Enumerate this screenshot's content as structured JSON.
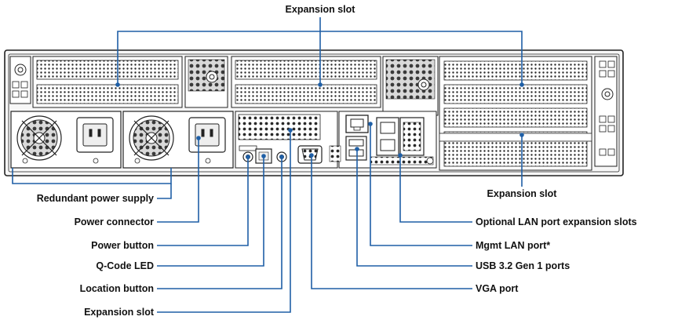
{
  "labels": {
    "expansion_slot_top": "Expansion slot",
    "redundant_power_supply": "Redundant power supply",
    "power_connector": "Power connector",
    "power_button": "Power button",
    "qcode_led": "Q-Code LED",
    "location_button": "Location button",
    "expansion_slot_bottom": "Expansion slot",
    "expansion_slot_right": "Expansion slot",
    "optional_lan": "Optional LAN port expansion slots",
    "mgmt_lan": "Mgmt LAN port*",
    "usb_ports": "USB 3.2 Gen 1 ports",
    "vga_port": "VGA port"
  },
  "colors": {
    "leader_line": "#1f5fa6",
    "chassis_line": "#222222",
    "chassis_fill": "#f4f4f4"
  }
}
